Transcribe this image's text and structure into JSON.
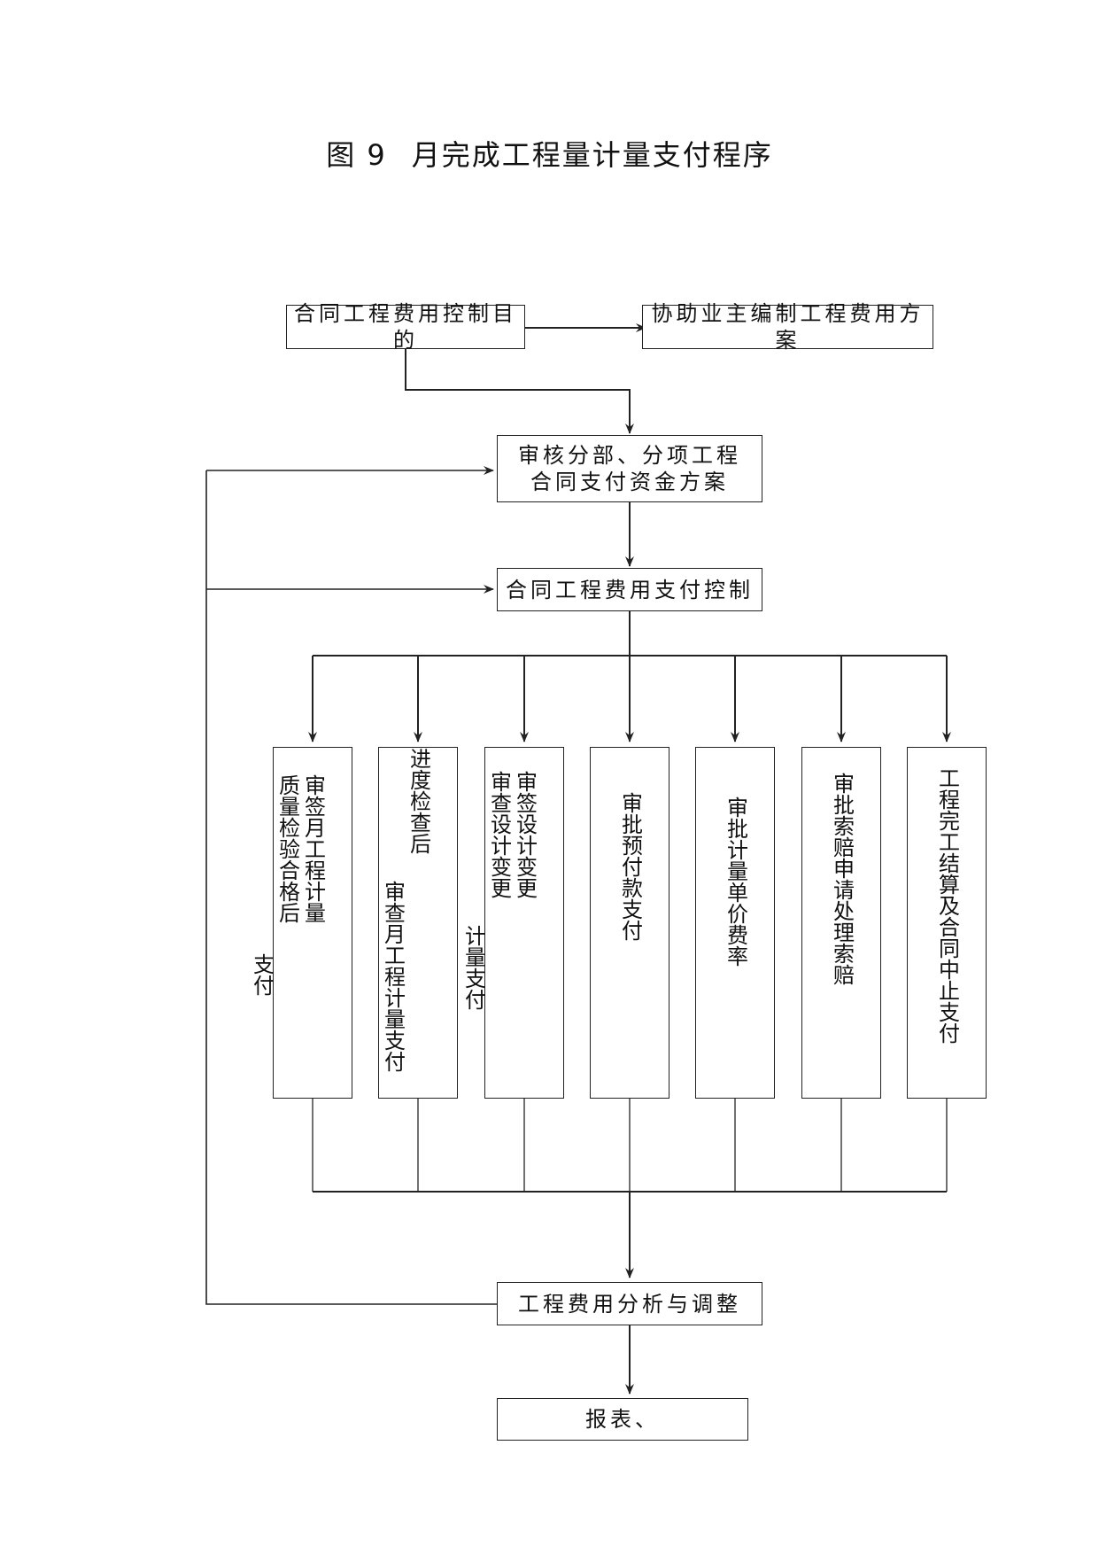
{
  "title": {
    "label": "图 9",
    "text": "月完成工程量计量支付程序"
  },
  "boxes": {
    "goal": "合同工程费用控制目的",
    "plan": "协助业主编制工程费用方案",
    "review_line1": "审核分部、分项工程",
    "review_line2": "合同支付资金方案",
    "control": "合同工程费用支付控制",
    "analysis": "工程费用分析与调整",
    "report": "报表、"
  },
  "branches": [
    {
      "col1": "审签月工程计量",
      "col2": "质量检验合格后",
      "col3": "支付"
    },
    {
      "col1": "进度检查后",
      "col2": "审查月工程计量支付"
    },
    {
      "col1": "审签设计变更",
      "col2": "审查设计变更",
      "col3": "计量支付"
    },
    {
      "col1": "审批预付款支付"
    },
    {
      "col1": "审批计量单价费率"
    },
    {
      "col1": "审批索赔申请处理索赔"
    },
    {
      "col1": "工程完工结算及合同中止支付"
    }
  ],
  "colors": {
    "line": "#222222",
    "background": "#ffffff"
  }
}
